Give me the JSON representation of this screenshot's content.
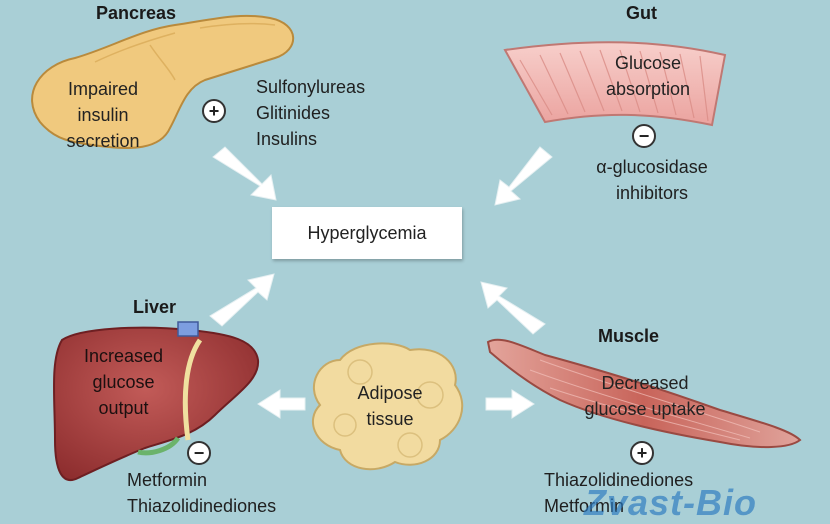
{
  "center": "Hyperglycemia",
  "pancreas": {
    "heading": "Pancreas",
    "label": [
      "Impaired",
      "insulin",
      "secretion"
    ],
    "sign": "+",
    "drugs": [
      "Sulfonylureas",
      "Glitinides",
      "Insulins"
    ]
  },
  "gut": {
    "heading": "Gut",
    "label": [
      "Glucose",
      "absorption"
    ],
    "sign": "−",
    "drugs": [
      "α-glucosidase",
      "inhibitors"
    ]
  },
  "liver": {
    "heading": "Liver",
    "label": [
      "Increased",
      "glucose",
      "output"
    ],
    "sign": "−",
    "drugs": [
      "Metformin",
      "Thiazolidinediones"
    ]
  },
  "muscle": {
    "heading": "Muscle",
    "label": [
      "Decreased",
      "glucose uptake"
    ],
    "sign": "+",
    "drugs": [
      "Thiazolidinediones",
      "Metformin"
    ]
  },
  "adipose": {
    "label": [
      "Adipose",
      "tissue"
    ]
  },
  "watermark": "Zvast-Bio",
  "colors": {
    "background": "#a9cfd6",
    "pancreas": "#f0c97e",
    "gut": "#f3b7b4",
    "liver": "#a33a3a",
    "muscle": "#c8645a",
    "adipose": "#f2dba0",
    "arrow": "#ffffff"
  }
}
